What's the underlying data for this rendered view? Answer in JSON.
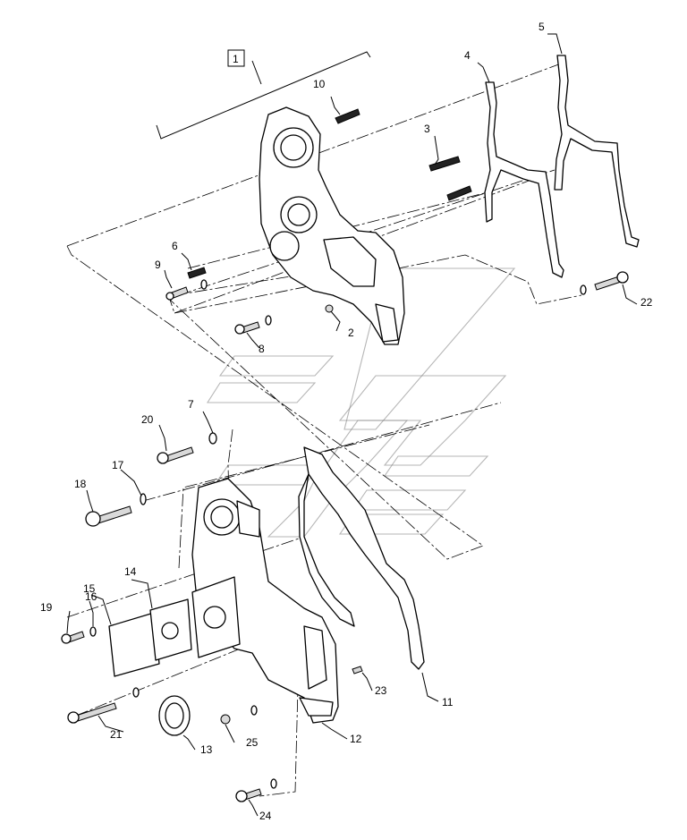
{
  "callouts": [
    {
      "id": "1",
      "boxed": true
    },
    {
      "id": "2"
    },
    {
      "id": "3"
    },
    {
      "id": "4"
    },
    {
      "id": "5"
    },
    {
      "id": "6"
    },
    {
      "id": "7"
    },
    {
      "id": "8"
    },
    {
      "id": "9"
    },
    {
      "id": "10"
    },
    {
      "id": "11"
    },
    {
      "id": "12"
    },
    {
      "id": "13"
    },
    {
      "id": "14"
    },
    {
      "id": "15"
    },
    {
      "id": "16"
    },
    {
      "id": "17"
    },
    {
      "id": "18"
    },
    {
      "id": "19"
    },
    {
      "id": "20"
    },
    {
      "id": "21"
    },
    {
      "id": "22"
    },
    {
      "id": "23"
    },
    {
      "id": "24"
    },
    {
      "id": "25"
    }
  ],
  "colors": {
    "line": "#000000",
    "background": "#ffffff",
    "watermark": "#7a7a7a"
  }
}
